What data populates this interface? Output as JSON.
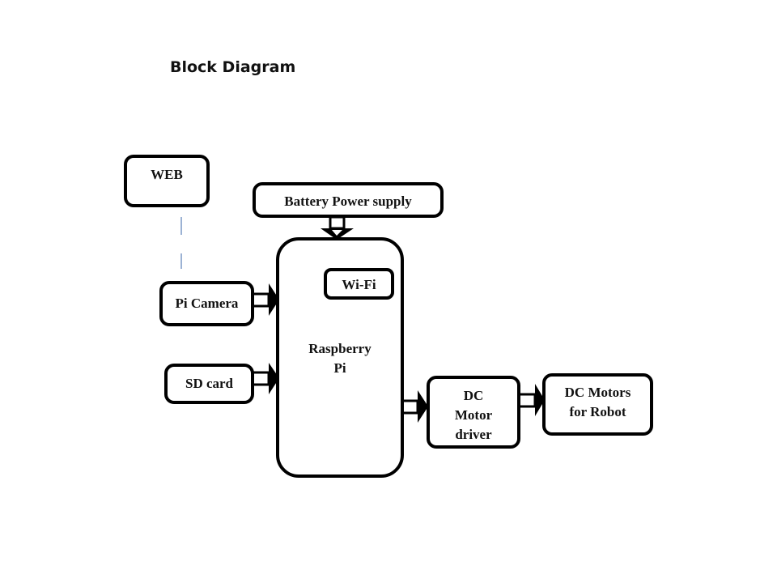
{
  "title": "Block Diagram",
  "blocks": {
    "web": "WEB",
    "battery": "Battery Power supply",
    "wifi": "Wi-Fi",
    "pi_camera": "Pi Camera",
    "sd_card": "SD card",
    "raspberry_line1": "Raspberry",
    "raspberry_line2": "Pi",
    "driver_line1": "DC",
    "driver_line2": "Motor",
    "driver_line3": "driver",
    "motors_line1": "DC Motors",
    "motors_line2": "for Robot"
  },
  "colors": {
    "stroke": "#000000",
    "link_line": "#5b7fb8"
  }
}
